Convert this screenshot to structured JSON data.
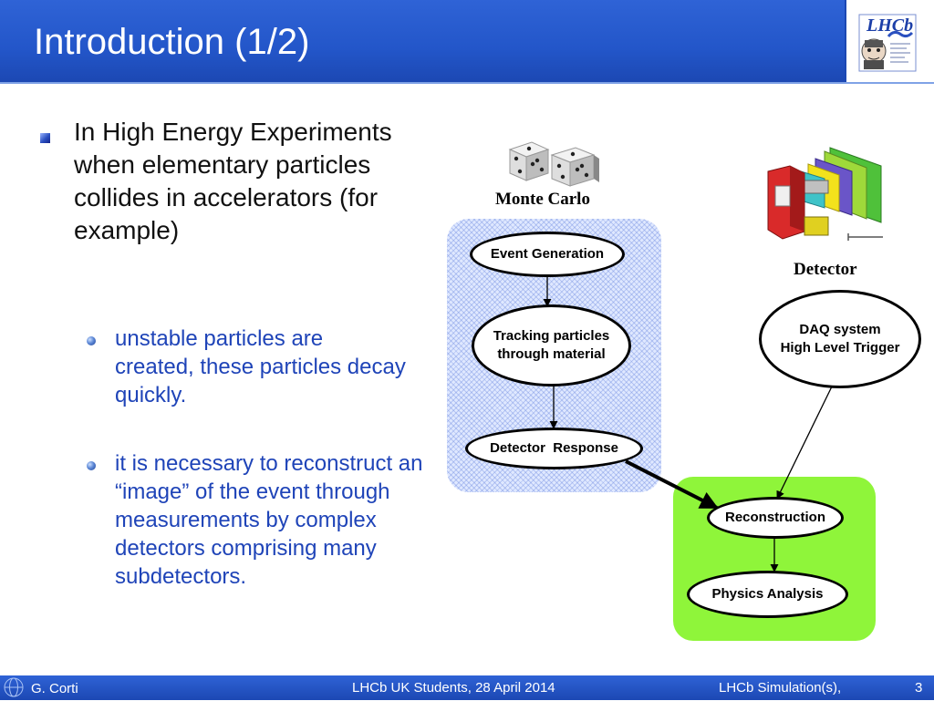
{
  "slide": {
    "title": "Introduction (1/2)",
    "bullet_main": "In High Energy Experiments when elementary particles collides in accelerators (for example)",
    "sub_bullets": [
      "unstable particles are created, these particles decay quickly.",
      "it is necessary to reconstruct an “image” of the event through measurements by complex detectors comprising many subdetectors."
    ]
  },
  "logo": {
    "text": "LHCb"
  },
  "diagram": {
    "monte_carlo_label": "Monte Carlo",
    "detector_label": "Detector",
    "nodes": {
      "event_generation": "Event Generation",
      "tracking_line1": "Tracking particles",
      "tracking_line2": "through material",
      "detector_response": "Detector  Response",
      "daq_line1": "DAQ system",
      "daq_line2": "High Level Trigger",
      "reconstruction": "Reconstruction",
      "physics_analysis": "Physics Analysis"
    },
    "colors": {
      "monte_carlo_panel": "#dfe8ff",
      "reconstruction_panel": "#8ff53a"
    }
  },
  "footer": {
    "author": "G. Corti",
    "event": "LHCb UK Students, 28 April 2014",
    "topic": "LHCb Simulation(s),",
    "page": "3"
  },
  "theme": {
    "header_blue": "#2356c9",
    "text_blue": "#1f44b8"
  }
}
